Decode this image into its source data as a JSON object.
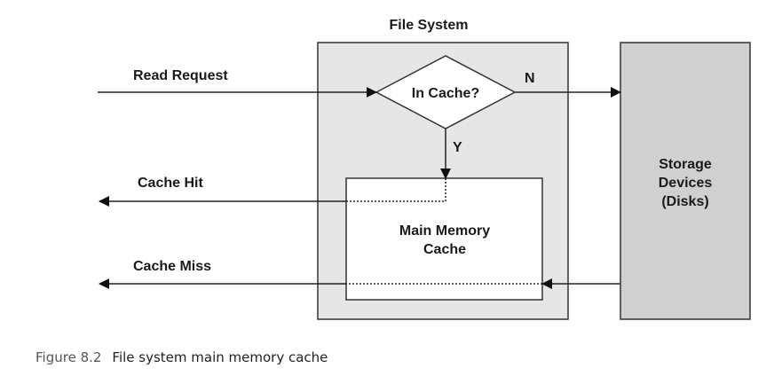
{
  "diagram": {
    "title": "File System",
    "nodes": {
      "decision": "In Cache?",
      "cache_line1": "Main Memory",
      "cache_line2": "Cache",
      "storage_line1": "Storage",
      "storage_line2": "Devices",
      "storage_line3": "(Disks)"
    },
    "edges": {
      "read_request": "Read Request",
      "no_branch": "N",
      "yes_branch": "Y",
      "cache_hit": "Cache Hit",
      "cache_miss": "Cache Miss"
    },
    "colors": {
      "file_system_fill": "#e6e6e6",
      "storage_fill": "#d0d0d0",
      "stroke": "#333333"
    }
  },
  "caption": {
    "figure_number": "Figure 8.2",
    "text": "File system main memory cache"
  }
}
